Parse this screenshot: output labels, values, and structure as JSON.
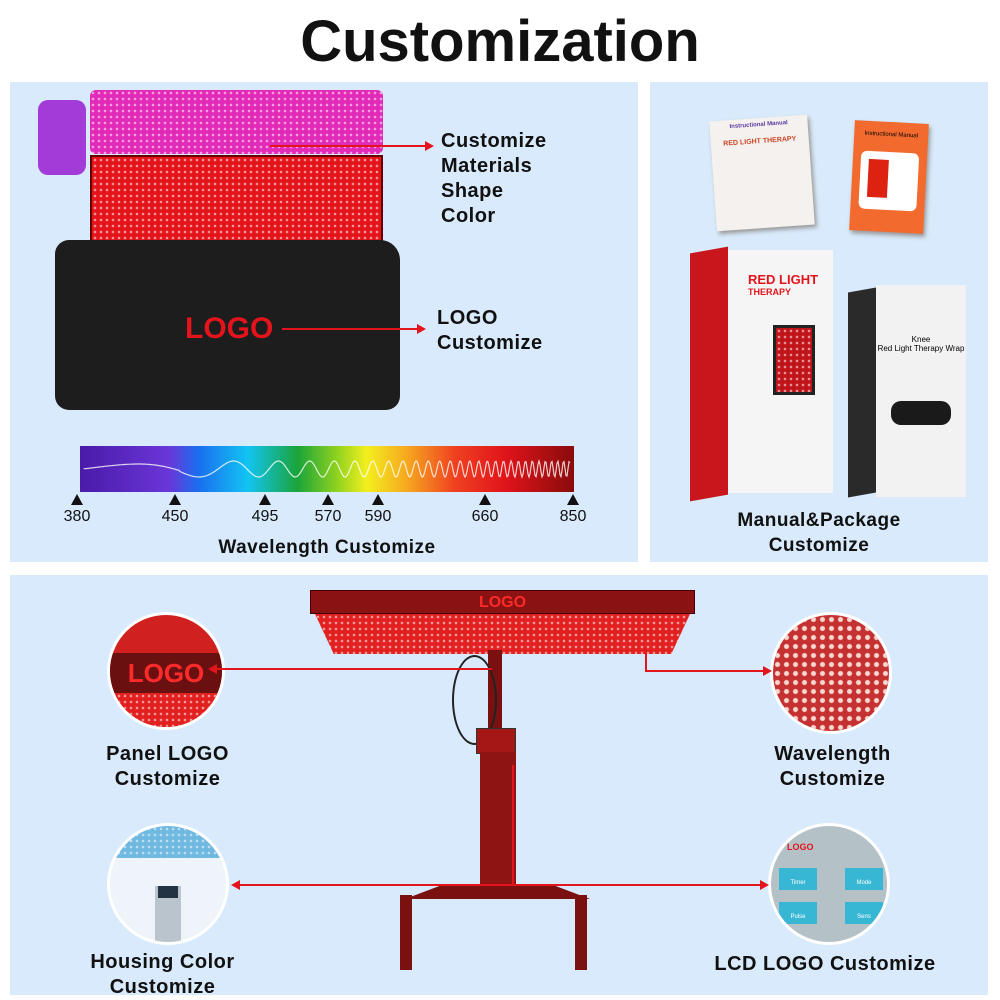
{
  "title": "Customization",
  "materials": {
    "lines": [
      "Customize",
      "Materials",
      "Shape",
      "Color"
    ]
  },
  "logo_section": {
    "logo_text": "LOGO",
    "lines": [
      "LOGO",
      "Customize"
    ]
  },
  "wavelength": {
    "ticks": [
      "380",
      "450",
      "495",
      "570",
      "590",
      "660",
      "850"
    ],
    "label": "Wavelength Customize"
  },
  "manual": {
    "manual1_title": "Instructional Manual",
    "manual1_heading": "RED LIGHT THERAPY",
    "manual2_title": "Instructional Manual",
    "box1_title": "RED LIGHT",
    "box1_sub": "THERAPY",
    "box2_title": "Knee",
    "box2_sub": "Red Light Therapy Wrap",
    "lines": [
      "Manual&Package",
      "Customize"
    ]
  },
  "bottom": {
    "panel_logo_text": "LOGO",
    "circle_logo_text": "LOGO",
    "panel_logo": [
      "Panel LOGO",
      "Customize"
    ],
    "wavelength": [
      "Wavelength",
      "Customize"
    ],
    "housing": [
      "Housing Color",
      "Customize"
    ],
    "lcd": "LCD LOGO Customize",
    "lcd_logo": "LOGO",
    "lcd_buttons": [
      "Timer",
      "Mode",
      "Pulse",
      "Sens"
    ]
  },
  "colors": {
    "panel_bg": "#d8eafb",
    "accent": "#e3141b"
  }
}
